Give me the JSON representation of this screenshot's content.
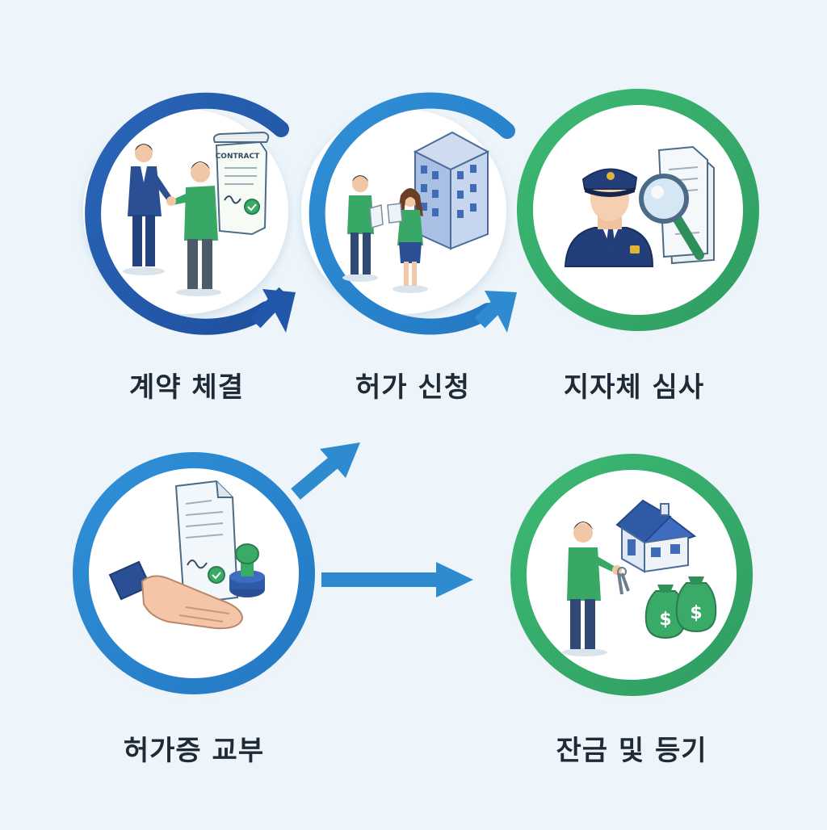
{
  "steps": [
    {
      "label": "계약 체결",
      "icon": "handshake-contract-icon"
    },
    {
      "label": "허가 신청",
      "icon": "permit-application-building-icon"
    },
    {
      "label": "지자체 심사",
      "icon": "official-review-magnifier-icon"
    },
    {
      "label": "허가증 교부",
      "icon": "permit-issuance-hand-icon"
    },
    {
      "label": "잔금 및 등기",
      "icon": "payment-house-keys-icon"
    }
  ],
  "illustration_text": {
    "contract_heading": "CONTRACT",
    "currency": "$"
  },
  "colors": {
    "dark_blue": "#2156a8",
    "mid_blue": "#2f8bd0",
    "green": "#35ab6a",
    "background": "#eef5fa"
  }
}
